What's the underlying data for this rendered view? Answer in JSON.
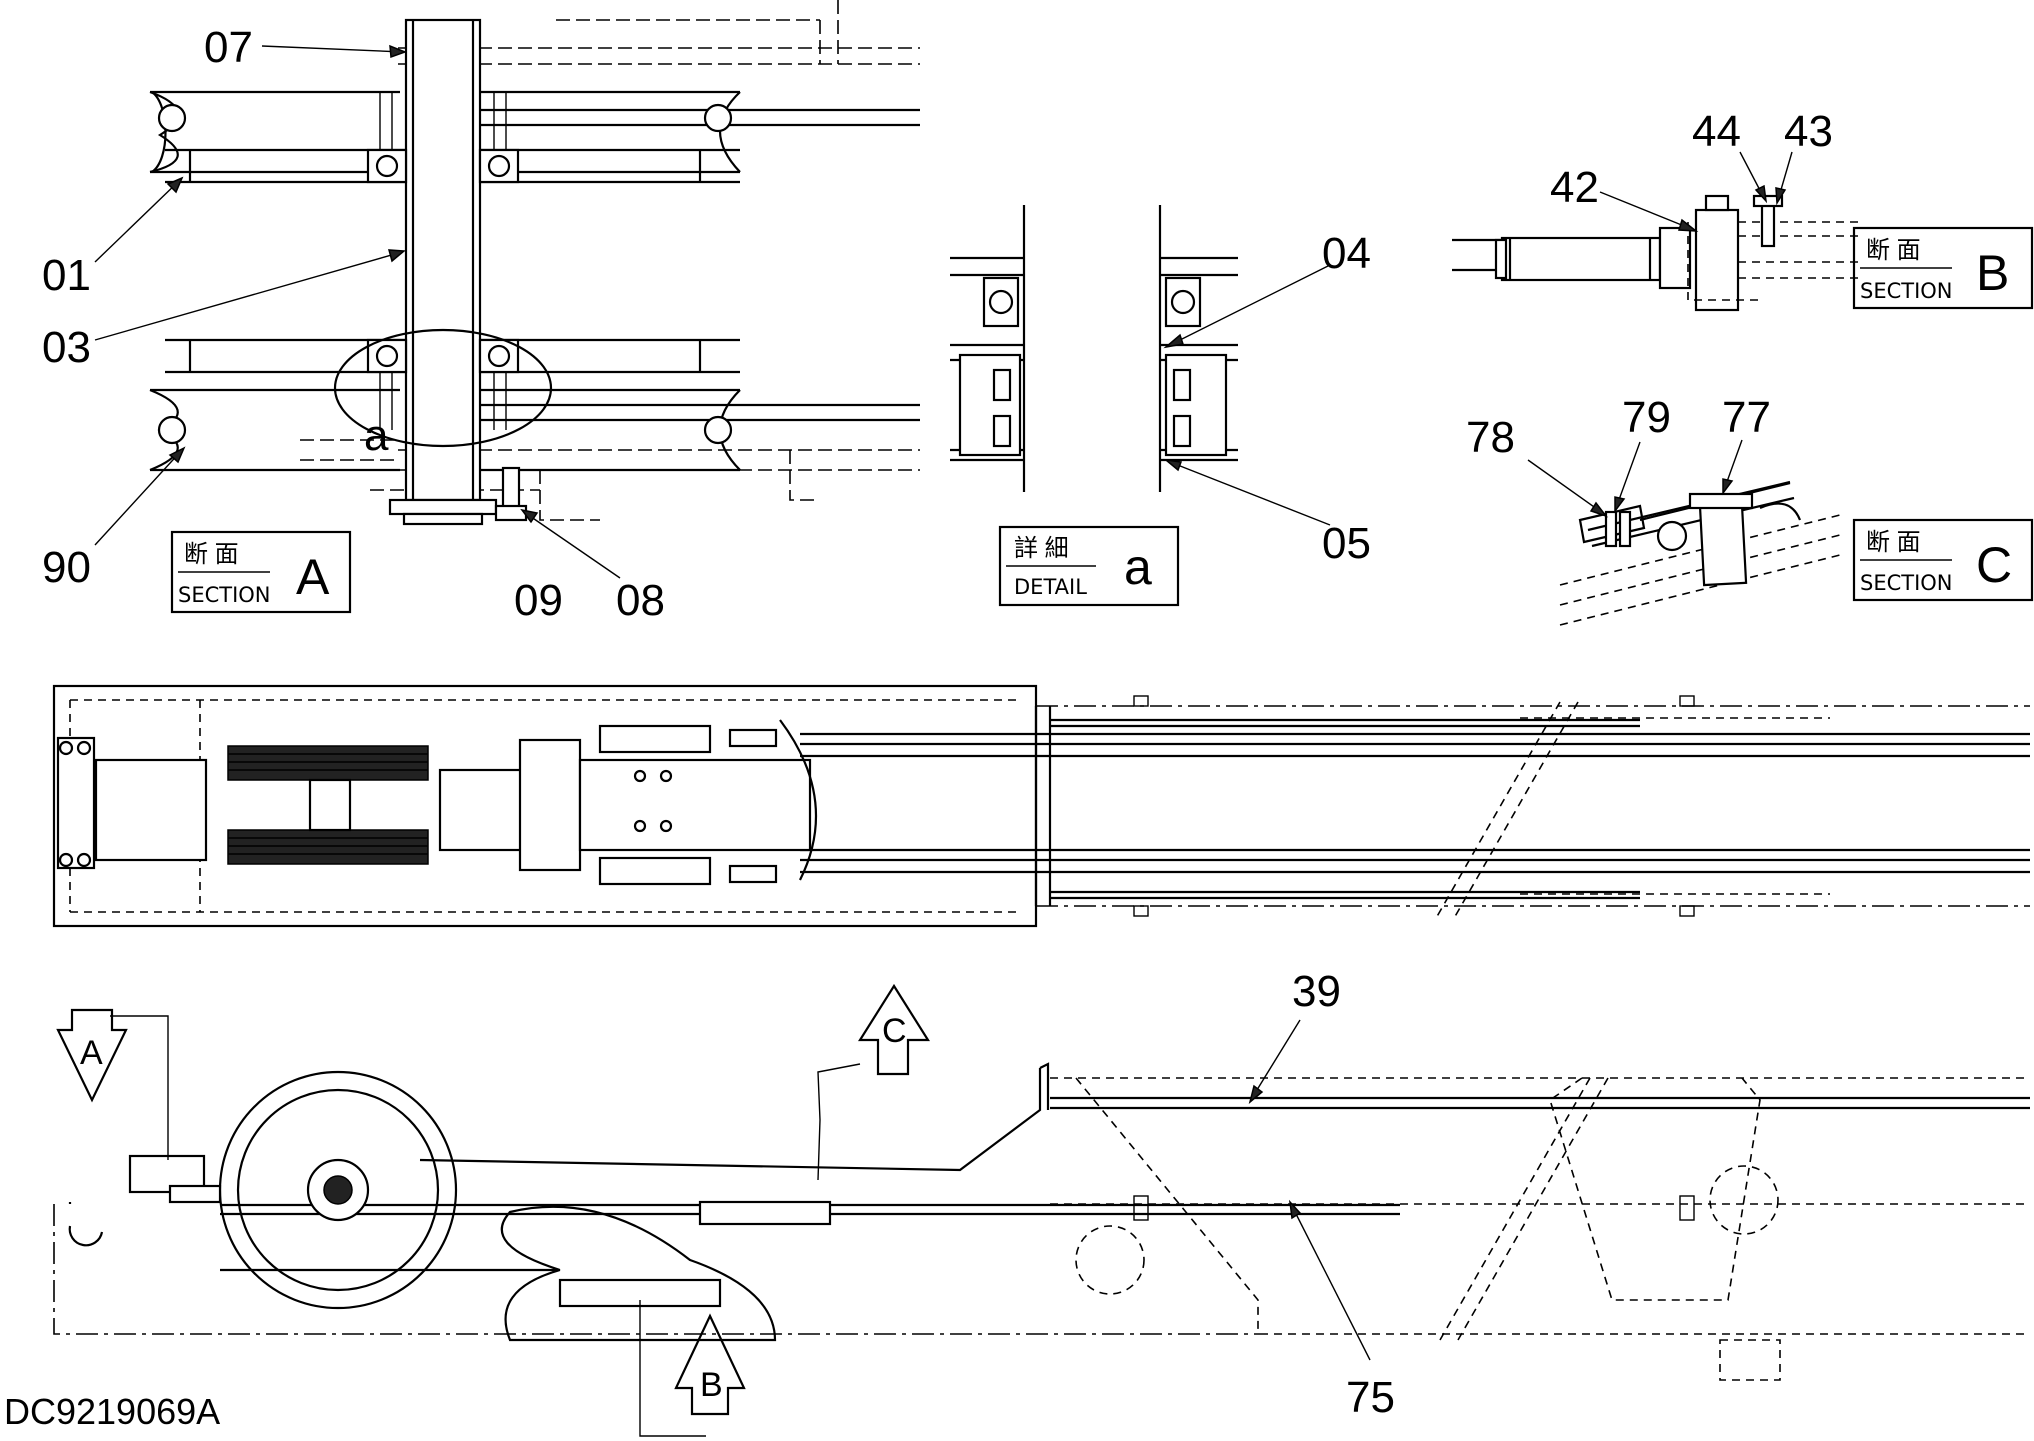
{
  "drawing_code": "DC9219069A",
  "callouts": {
    "c07": "07",
    "c01": "01",
    "c03": "03",
    "c90": "90",
    "ca": "a",
    "c09": "09",
    "c08": "08",
    "c04": "04",
    "c05": "05",
    "c42": "42",
    "c44": "44",
    "c43": "43",
    "c78": "78",
    "c79": "79",
    "c77": "77",
    "c39": "39",
    "c75": "75"
  },
  "section_boxes": {
    "A": {
      "jp": "断 面",
      "en": "SECTION",
      "letter": "A"
    },
    "B": {
      "jp": "断 面",
      "en": "SECTION",
      "letter": "B"
    },
    "C": {
      "jp": "断 面",
      "en": "SECTION",
      "letter": "C"
    },
    "detail_a": {
      "jp": "詳 細",
      "en": "DETAIL",
      "letter": "a"
    }
  },
  "view_arrows": {
    "A": "A",
    "B": "B",
    "C": "C"
  }
}
